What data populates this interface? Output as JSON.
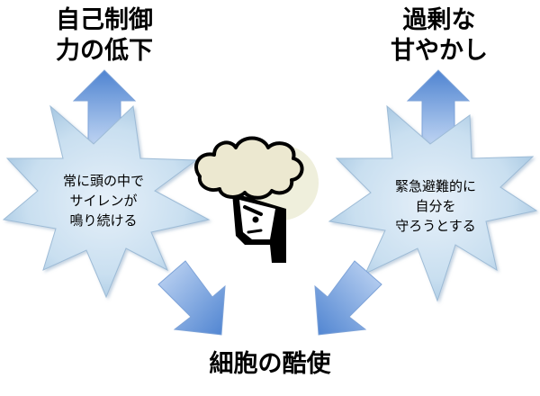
{
  "labels": {
    "top_left": [
      "自己制御",
      "力の低下"
    ],
    "top_right": [
      "過剰な",
      "甘やかし"
    ],
    "bottom": "細胞の酷使"
  },
  "bursts": {
    "left": [
      "常に頭の中で",
      "サイレンが",
      "鳴り続ける"
    ],
    "right": [
      "緊急避難的に",
      "自分を",
      "守ろうとする"
    ]
  },
  "colors": {
    "burst_fill_center": "#e3eef8",
    "burst_fill_edge": "#aecde6",
    "arrow_light": "#b9d1f2",
    "arrow_dark": "#4f84d1",
    "hair": "#ece8d0",
    "halo": "#efefdc",
    "ink": "#000000"
  },
  "icons": {
    "center": "stressed-person-icon",
    "arrows": "gradient-arrow-icon"
  }
}
